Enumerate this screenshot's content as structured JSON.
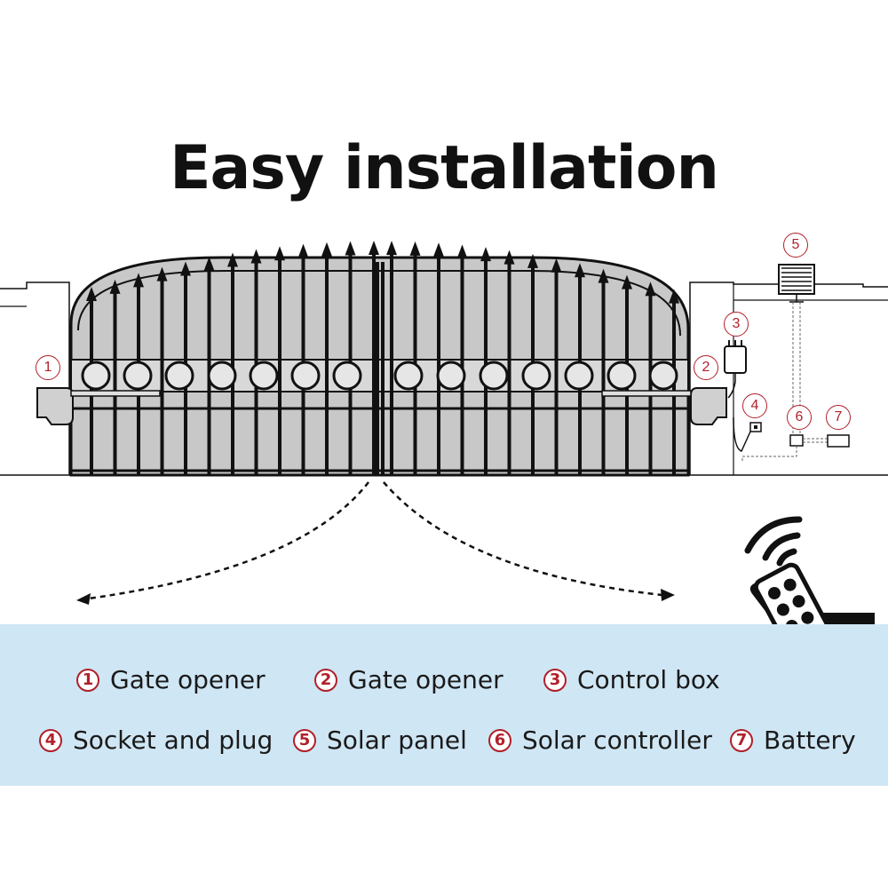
{
  "title": "Easy installation",
  "legend": [
    {
      "num": "1",
      "label": "Gate opener"
    },
    {
      "num": "2",
      "label": "Gate opener"
    },
    {
      "num": "3",
      "label": "Control box"
    },
    {
      "num": "4",
      "label": "Socket and plug"
    },
    {
      "num": "5",
      "label": "Solar panel"
    },
    {
      "num": "6",
      "label": "Solar controller"
    },
    {
      "num": "7",
      "label": "Battery"
    }
  ],
  "colors": {
    "accent_red": "#b0202a",
    "legend_background": "#cfe6f4",
    "ink": "#111111"
  },
  "icons": [
    "gate-icon",
    "gate-opener-icon",
    "control-box-icon",
    "socket-icon",
    "solar-panel-icon",
    "solar-controller-icon",
    "battery-icon",
    "remote-control-hand-icon",
    "wifi-signal-icon"
  ]
}
